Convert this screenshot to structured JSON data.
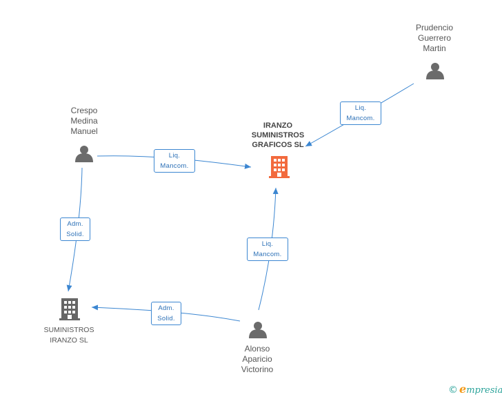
{
  "nodes": {
    "iranzo_graficos": {
      "label": "IRANZO\nSUMINISTROS\nGRAFICOS SL",
      "type": "company-main",
      "color": "#f26a3d"
    },
    "suministros_iranzo": {
      "label": "SUMINISTROS\nIRANZO SL",
      "type": "company",
      "color": "#666666"
    },
    "prudencio": {
      "label": "Prudencio\nGuerrero\nMartin",
      "type": "person",
      "color": "#6b6b6b"
    },
    "crespo": {
      "label": "Crespo\nMedina\nManuel",
      "type": "person",
      "color": "#6b6b6b"
    },
    "alonso": {
      "label": "Alonso\nAparicio\nVictorino",
      "type": "person",
      "color": "#6b6b6b"
    }
  },
  "edges": [
    {
      "id": "e1",
      "from": "prudencio",
      "to": "iranzo_graficos",
      "line1": "Liq.",
      "line2": "Mancom."
    },
    {
      "id": "e2",
      "from": "crespo",
      "to": "iranzo_graficos",
      "line1": "Liq.",
      "line2": "Mancom."
    },
    {
      "id": "e3",
      "from": "alonso",
      "to": "iranzo_graficos",
      "line1": "Liq.",
      "line2": "Mancom."
    },
    {
      "id": "e4",
      "from": "crespo",
      "to": "suministros_iranzo",
      "line1": "Adm.",
      "line2": "Solid."
    },
    {
      "id": "e5",
      "from": "alonso",
      "to": "suministros_iranzo",
      "line1": "Adm.",
      "line2": "Solid."
    }
  ],
  "colors": {
    "edge": "#3b86d1",
    "label_text": "#2a6fb6"
  },
  "brand": {
    "copyright": "©",
    "initial": "e",
    "rest": "mpresia"
  }
}
